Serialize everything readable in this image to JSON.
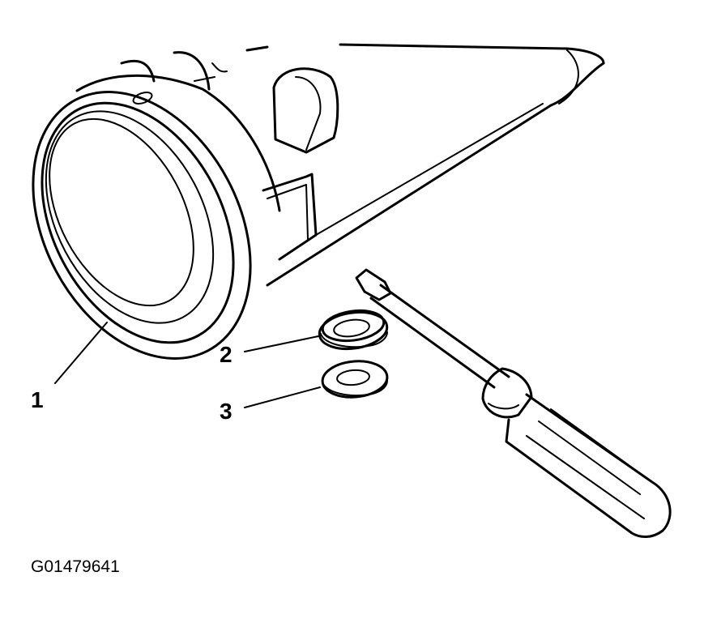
{
  "figure_id": "G01479641",
  "callouts": [
    {
      "number": "1",
      "part": "housing-bore"
    },
    {
      "number": "2",
      "part": "seal"
    },
    {
      "number": "3",
      "part": "washer"
    }
  ],
  "colors": {
    "ink": "#000000",
    "background": "#ffffff"
  }
}
